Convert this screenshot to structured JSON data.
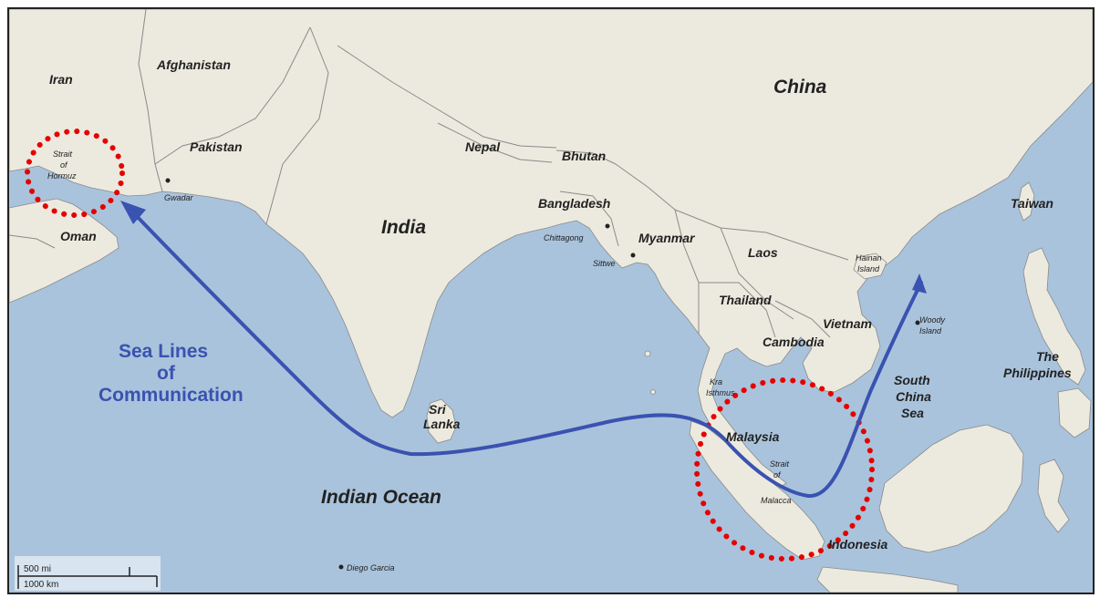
{
  "colors": {
    "ocean": "#a9c3dc",
    "land": "#eceadf",
    "border": "#8a8a8a",
    "route": "#3a52b0",
    "chokepoint": "#e60000"
  },
  "labels": {
    "iran": "Iran",
    "afghanistan": "Afghanistan",
    "pakistan": "Pakistan",
    "china": "China",
    "nepal": "Nepal",
    "bhutan": "Bhutan",
    "india": "India",
    "bangladesh": "Bangladesh",
    "myanmar": "Myanmar",
    "laos": "Laos",
    "thailand": "Thailand",
    "vietnam": "Vietnam",
    "cambodia": "Cambodia",
    "taiwan": "Taiwan",
    "philippines_1": "The",
    "philippines_2": "Philippines",
    "oman": "Oman",
    "sri_lanka_1": "Sri",
    "sri_lanka_2": "Lanka",
    "malaysia": "Malaysia",
    "indonesia": "Indonesia",
    "south_china_sea_1": "South",
    "south_china_sea_2": "China",
    "south_china_sea_3": "Sea",
    "indian_ocean": "Indian Ocean",
    "hormuz_1": "Strait",
    "hormuz_2": "of",
    "hormuz_3": "Hormuz",
    "gwadar": "Gwadar",
    "chittagong": "Chittagong",
    "sittwe": "Sittwe",
    "hainan_1": "Hainan",
    "hainan_2": "Island",
    "woody_1": "Woody",
    "woody_2": "Island",
    "kra_1": "Kra",
    "kra_2": "Isthmus",
    "malacca_1": "Strait",
    "malacca_2": "of",
    "malacca_3": "Malacca",
    "diego_garcia": "Diego Garcia"
  },
  "annotation": {
    "line1": "Sea Lines",
    "line2": "of",
    "line3": "Communication"
  },
  "scale": {
    "miles": "500 mi",
    "km": "1000 km"
  },
  "icons": {
    "route": "route-arrow-icon",
    "chokepoint": "dotted-circle-icon",
    "city": "city-dot-icon"
  }
}
